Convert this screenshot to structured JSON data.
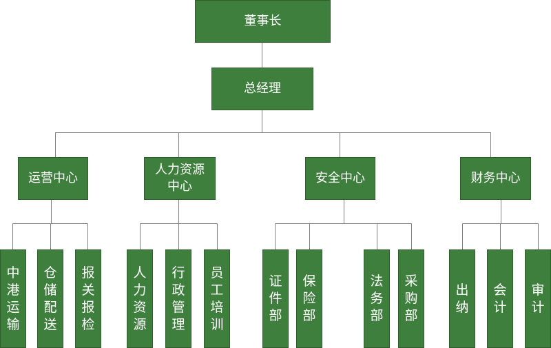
{
  "org": {
    "chairman": "董事长",
    "gm": "总经理",
    "centers": [
      {
        "name": "运营中心",
        "depts": [
          "中港运输",
          "仓储配送",
          "报关报检"
        ]
      },
      {
        "name": "人力资源中心",
        "depts": [
          "人力资源",
          "行政管理",
          "员工培训"
        ]
      },
      {
        "name": "安全中心",
        "depts": [
          "证件部",
          "保险部",
          "法务部",
          "采购部"
        ]
      },
      {
        "name": "财务中心",
        "depts": [
          "出纳",
          "会计",
          "审计"
        ]
      }
    ]
  }
}
